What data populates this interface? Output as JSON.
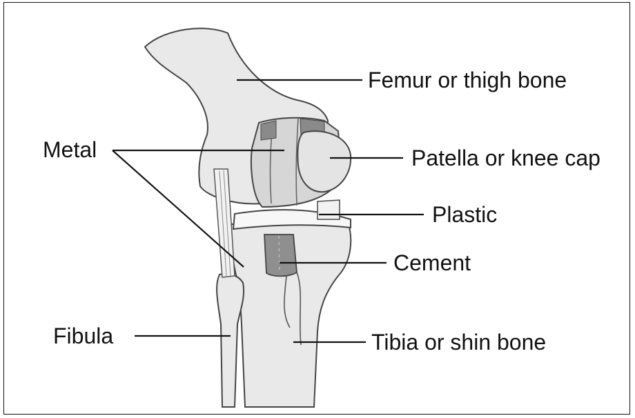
{
  "labels": {
    "femur": "Femur or thigh bone",
    "metal": "Metal",
    "patella": "Patella or knee cap",
    "plastic": "Plastic",
    "cement": "Cement",
    "fibula": "Fibula",
    "tibia": "Tibia or shin bone"
  },
  "colors": {
    "bone_fill": "#e9e9e9",
    "outline": "#444444",
    "line": "#111111",
    "metal_fill": "#d6d6d6",
    "cement_fill": "#8f8f8f",
    "plastic_fill": "#f7f7f7"
  }
}
